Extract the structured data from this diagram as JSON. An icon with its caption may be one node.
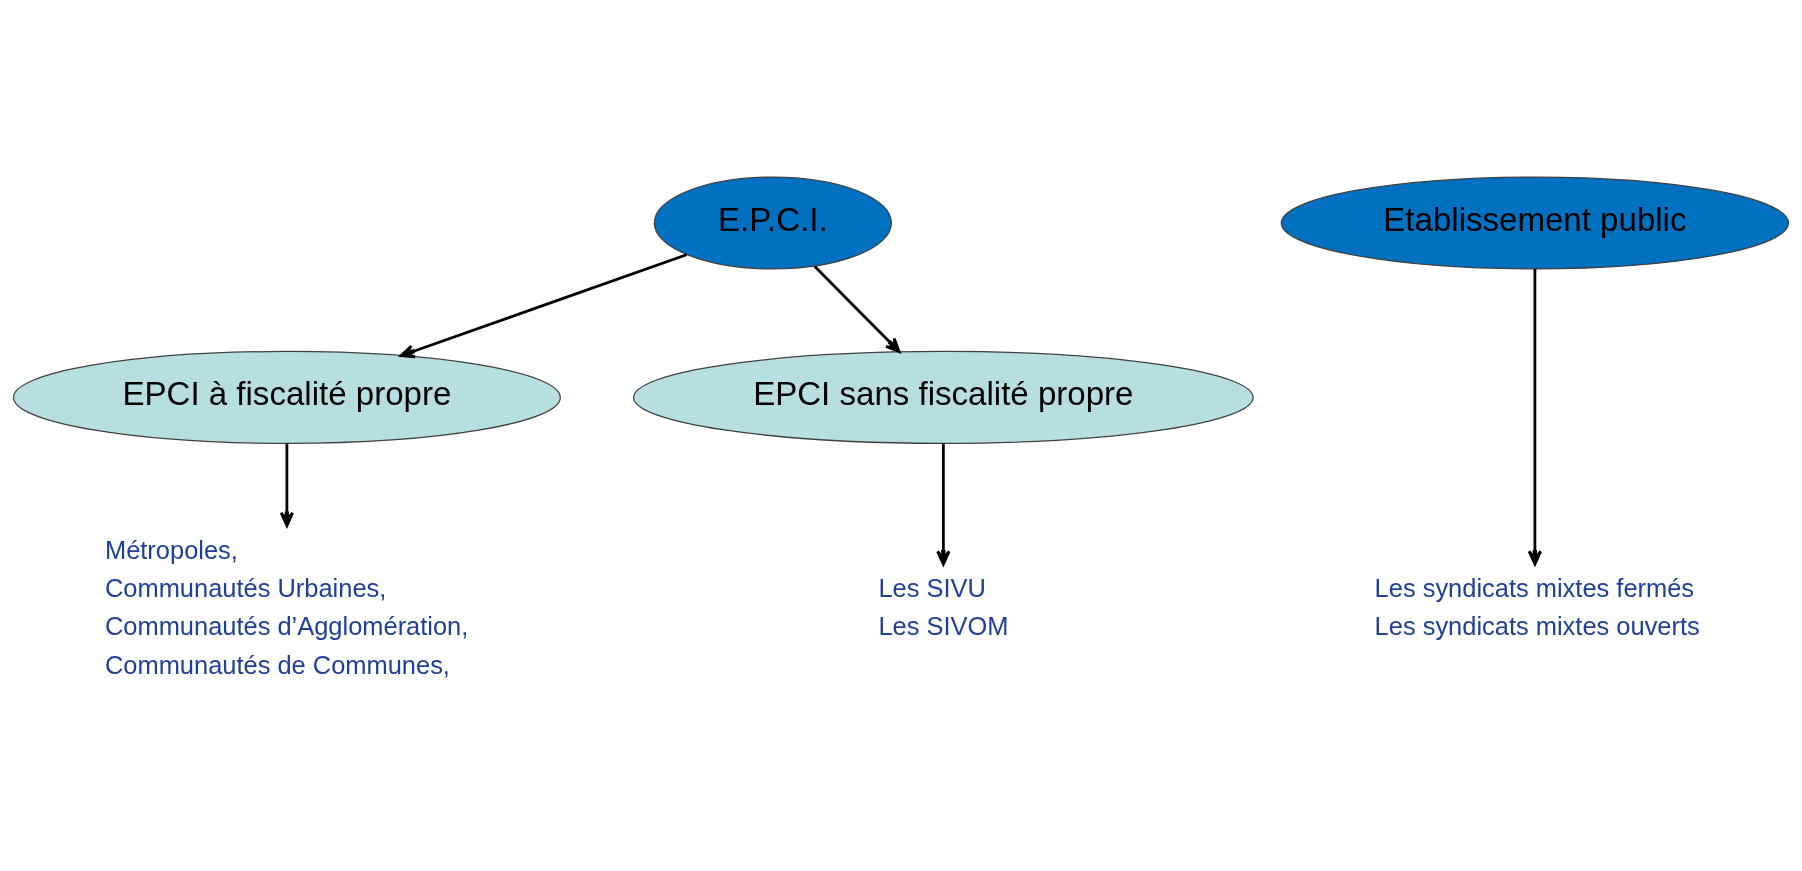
{
  "diagram": {
    "nodes": [
      {
        "text": [
          "E.P.C.I."
        ]
      },
      {
        "text": [
          "EPCI à fiscalité propre"
        ]
      },
      {
        "text": [
          "EPCI sans fiscalité propre"
        ]
      },
      {
        "text": [
          "Etablissement public"
        ]
      },
      {
        "text": [
          "Métropoles,",
          "Communautés Urbaines,",
          "Communautés d’Agglomération,",
          "Communautés de Communes,"
        ]
      },
      {
        "text": [
          "Les SIVU",
          "Les SIVOM"
        ]
      },
      {
        "text": [
          "Les syndicats mixtes fermés",
          "Les syndicats mixtes ouverts"
        ]
      }
    ],
    "edges": [
      {
        "from": 0,
        "to": 1,
        "arrow": "to"
      },
      {
        "from": 0,
        "to": 2,
        "arrow": "to"
      },
      {
        "from": 1,
        "to": 4,
        "arrow": "to"
      },
      {
        "from": 2,
        "to": 5,
        "arrow": "to"
      },
      {
        "from": 3,
        "to": 6,
        "arrow": "to"
      }
    ]
  }
}
